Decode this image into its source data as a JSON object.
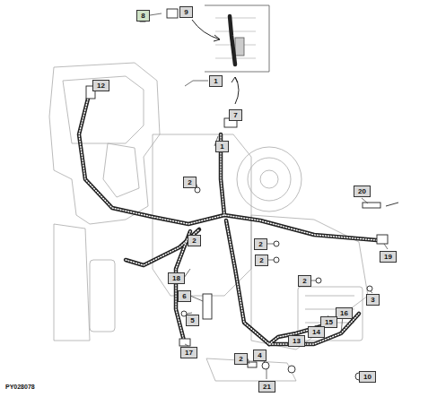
{
  "diagram": {
    "nodes": [
      {
        "text": [
          "8"
        ]
      },
      {
        "text": [
          "9"
        ]
      },
      {
        "text": [
          "1"
        ]
      },
      {
        "text": [
          "12"
        ]
      },
      {
        "text": [
          "7"
        ]
      },
      {
        "text": [
          "1"
        ]
      },
      {
        "text": [
          "2"
        ]
      },
      {
        "text": [
          "20"
        ]
      },
      {
        "text": [
          "2"
        ]
      },
      {
        "text": [
          "2"
        ]
      },
      {
        "text": [
          "19"
        ]
      },
      {
        "text": [
          "2"
        ]
      },
      {
        "text": [
          "2"
        ]
      },
      {
        "text": [
          "18"
        ]
      },
      {
        "text": [
          "6"
        ]
      },
      {
        "text": [
          "3"
        ]
      },
      {
        "text": [
          "5"
        ]
      },
      {
        "text": [
          "16"
        ]
      },
      {
        "text": [
          "15"
        ]
      },
      {
        "text": [
          "14"
        ]
      },
      {
        "text": [
          "13"
        ]
      },
      {
        "text": [
          "17"
        ]
      },
      {
        "text": [
          "2"
        ]
      },
      {
        "text": [
          "4"
        ]
      },
      {
        "text": [
          "21"
        ]
      },
      {
        "text": [
          "10"
        ]
      }
    ],
    "labels": [
      "PY028078"
    ]
  }
}
